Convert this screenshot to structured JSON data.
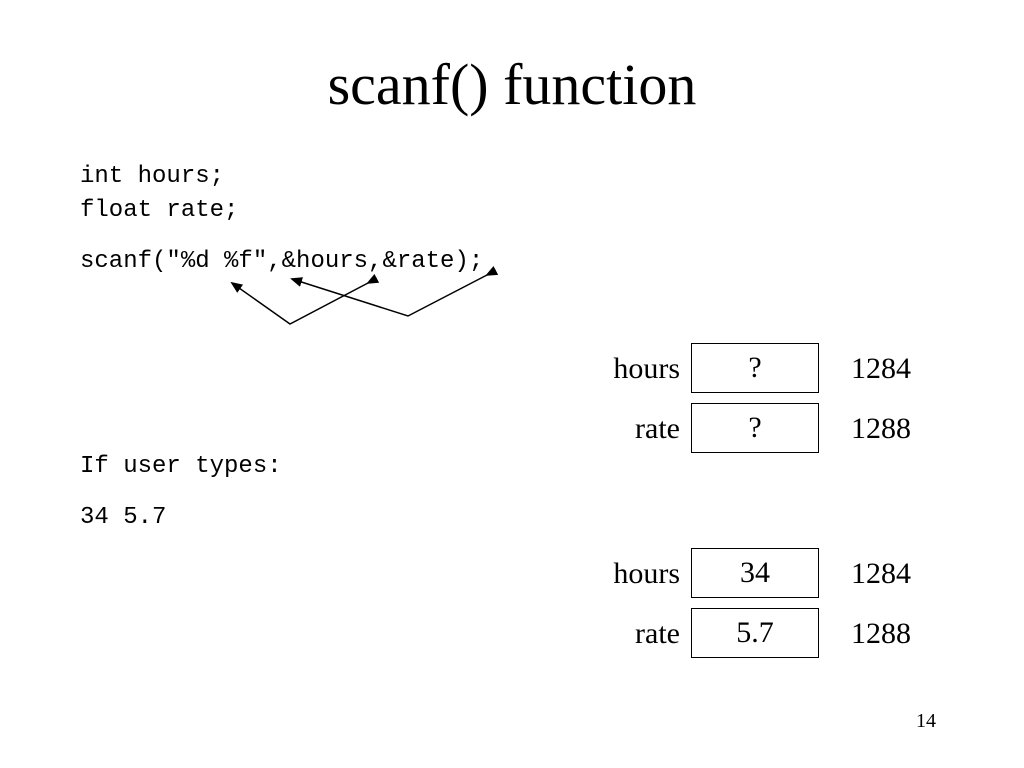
{
  "slide": {
    "title": "scanf() function",
    "page_number": "14"
  },
  "code": {
    "line1": "int hours;",
    "line2": "float rate;",
    "line3": "scanf(\"%d %f\",&hours,&rate);",
    "prompt": "If user types:",
    "input": "34 5.7"
  },
  "memory_before": [
    {
      "name": "hours",
      "value": "?",
      "address": "1284"
    },
    {
      "name": "rate",
      "value": "?",
      "address": "1288"
    }
  ],
  "memory_after": [
    {
      "name": "hours",
      "value": "34",
      "address": "1284"
    },
    {
      "name": "rate",
      "value": "5.7",
      "address": "1288"
    }
  ],
  "colors": {
    "text": "#000000",
    "background": "#ffffff"
  }
}
